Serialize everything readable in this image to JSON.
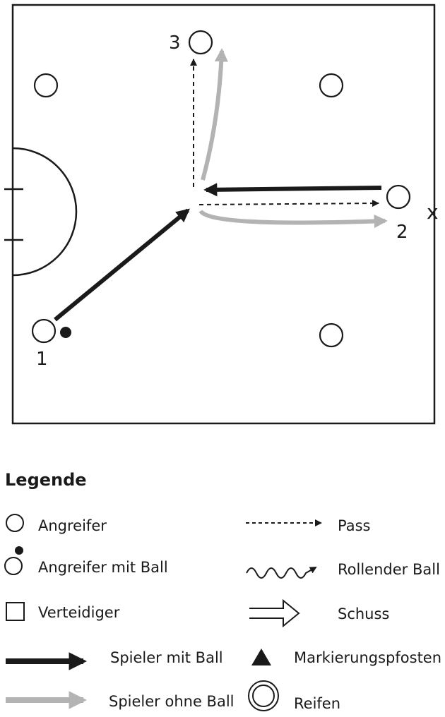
{
  "diagram": {
    "players": [
      {
        "number": "1",
        "has_ball": true
      },
      {
        "number": "2",
        "has_ball": false
      },
      {
        "number": "3",
        "has_ball": false
      }
    ],
    "side_marker": "x"
  },
  "legend": {
    "title": "Legende",
    "items": {
      "angreifer": "Angreifer",
      "angreifer_mit_ball": "Angreifer mit Ball",
      "verteidiger": "Verteidiger",
      "spieler_mit_ball": "Spieler mit Ball",
      "spieler_ohne_ball": "Spieler ohne Ball",
      "pass": "Pass",
      "rollender_ball": "Rollender Ball",
      "schuss": "Schuss",
      "markierungspfosten": "Markierungspfosten",
      "reifen": "Reifen"
    }
  },
  "colors": {
    "ink": "#1a1a1a",
    "grey_arrow": "#b3b3b3"
  }
}
